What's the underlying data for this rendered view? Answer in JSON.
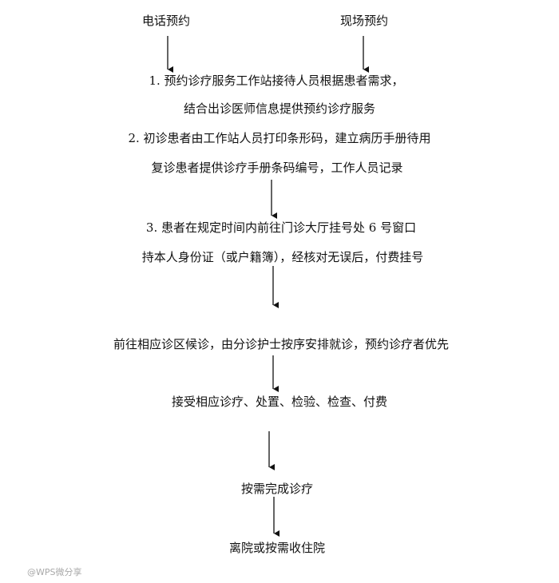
{
  "top": {
    "phone_booking": "电话预约",
    "onsite_booking": "现场预约"
  },
  "steps": {
    "step1_line1": "1. 预约诊疗服务工作站接待人员根据患者需求，",
    "step1_line2": "结合出诊医师信息提供预约诊疗服务",
    "step2_line1": "2. 初诊患者由工作站人员打印条形码，建立病历手册待用",
    "step2_line2": "复诊患者提供诊疗手册条码编号，工作人员记录",
    "step3_line1": "3. 患者在规定时间内前往门诊大厅挂号处 6 号窗口",
    "step3_line2": "持本人身份证（或户籍簿），经核对无误后，付费挂号",
    "step4": "前往相应诊区候诊，由分诊护士按序安排就诊，预约诊疗者优先",
    "step5": "接受相应诊疗、处置、检验、检查、付费",
    "step6": "按需完成诊疗",
    "step7": "离院或按需收住院"
  },
  "watermark": "@WPS微分享",
  "colors": {
    "text": "#111111",
    "arrow": "#111111",
    "watermark": "#a8a8a8"
  }
}
